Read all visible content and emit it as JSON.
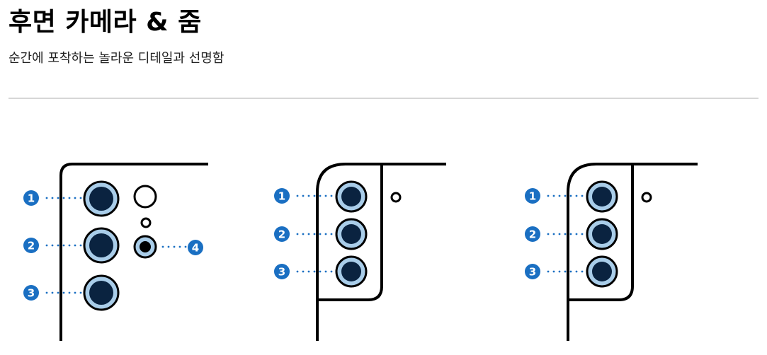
{
  "header": {
    "title": "후면 카메라 & 줌",
    "subtitle": "순간에 포착하는 놀라운 디테일과 선명함"
  },
  "colors": {
    "marker": "#1a6fc2",
    "lens_ring": "#a9cde9",
    "lens_core": "#0a2340",
    "outline": "#000000",
    "dots": "#1a6fc2"
  },
  "phones": [
    {
      "model": "phone-1",
      "markers": [
        "1",
        "2",
        "3",
        "4"
      ]
    },
    {
      "model": "phone-2",
      "markers": [
        "1",
        "2",
        "3"
      ]
    },
    {
      "model": "phone-3",
      "markers": [
        "1",
        "2",
        "3"
      ]
    }
  ]
}
